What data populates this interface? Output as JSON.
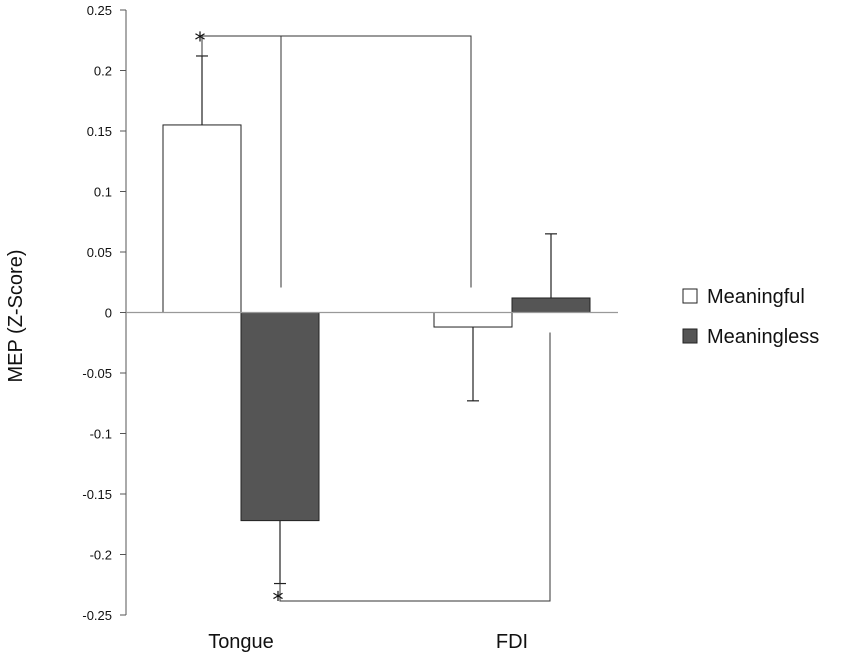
{
  "chart_data": {
    "type": "bar",
    "title": "",
    "ylabel": "MEP (Z-Score)",
    "xlabel": "",
    "ylim": [
      -0.25,
      0.25
    ],
    "yticks": [
      0.25,
      0.2,
      0.15,
      0.1,
      0.05,
      0,
      -0.05,
      -0.1,
      -0.15,
      -0.2,
      -0.25
    ],
    "ytick_labels": [
      "0.25",
      "0.2",
      "0.15",
      "0.1",
      "0.05",
      "0",
      "-0.05",
      "-0.1",
      "-0.15",
      "-0.2",
      "-0.25"
    ],
    "categories": [
      "Tongue",
      "FDI"
    ],
    "series": [
      {
        "name": "Meaningful",
        "color": "#ffffff",
        "values": [
          0.155,
          -0.012
        ],
        "errors": [
          0.057,
          0.061
        ]
      },
      {
        "name": "Meaningless",
        "color": "#555555",
        "values": [
          -0.172,
          0.012
        ],
        "errors": [
          0.052,
          0.053
        ]
      }
    ],
    "legend": {
      "position": "right"
    },
    "annotations": [
      {
        "text": "*",
        "series": "Meaningful",
        "category": "Tongue"
      },
      {
        "text": "*",
        "series": "Meaningless",
        "category": "Tongue"
      }
    ],
    "grid": false
  }
}
